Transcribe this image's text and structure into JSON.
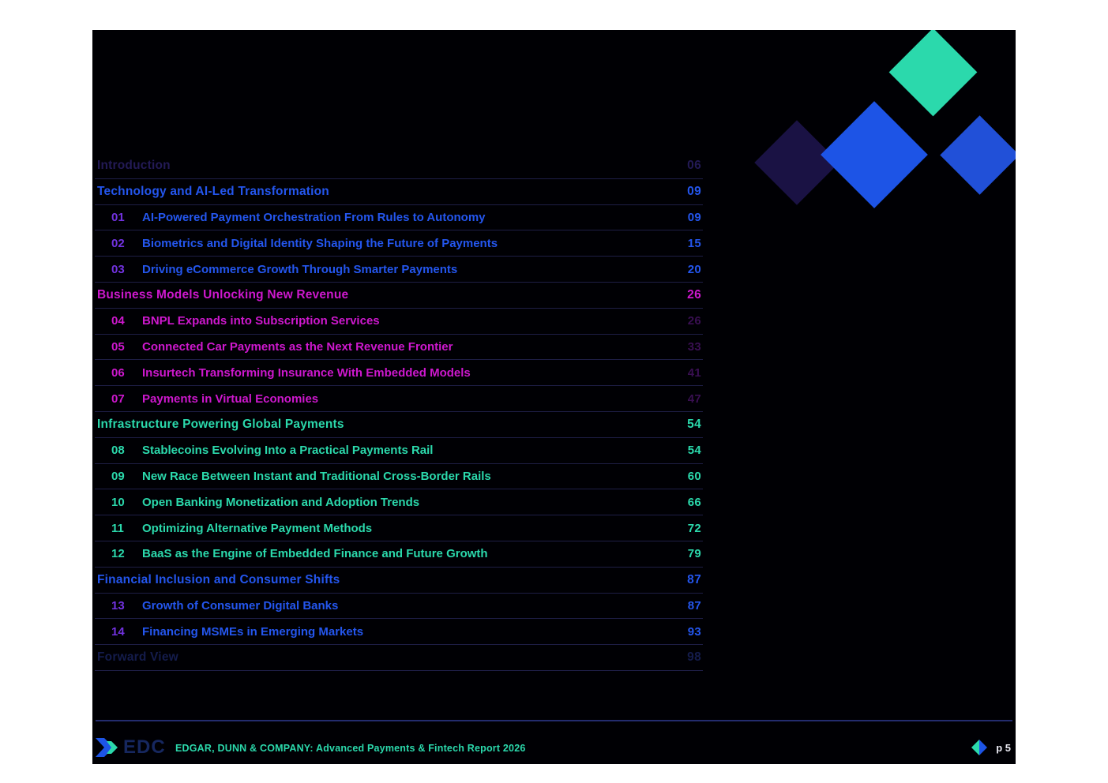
{
  "colors": {
    "blue": "#2456ee",
    "violet": "#7232e0",
    "magenta": "#ce18ce",
    "teal": "#2bd9ac",
    "dim": "#231a56",
    "dim-navy": "#141c4c",
    "dim-magenta": "#390f52",
    "row-line": "#1e1e46",
    "footer-rule": "#232c6e",
    "diamond-navy": "#1a1244",
    "diamond-blue": "#1d54e6",
    "diamond-blue-2": "#2150d8",
    "edc-navy": "#16275f",
    "page-number-white": "#e9e9f2"
  },
  "toc": {
    "rows": [
      {
        "type": "section",
        "label": "Introduction",
        "page": "06",
        "label_color": "dim",
        "page_color": "dim"
      },
      {
        "type": "section",
        "label": "Technology and AI-Led Transformation",
        "page": "09",
        "label_color": "blue",
        "page_color": "blue"
      },
      {
        "type": "item",
        "num": "01",
        "label": "AI-Powered Payment Orchestration From Rules to Autonomy",
        "page": "09",
        "num_color": "violet",
        "label_color": "blue",
        "page_color": "blue"
      },
      {
        "type": "item",
        "num": "02",
        "label": "Biometrics and Digital Identity Shaping the Future of Payments",
        "page": "15",
        "num_color": "violet",
        "label_color": "blue",
        "page_color": "blue"
      },
      {
        "type": "item",
        "num": "03",
        "label": "Driving eCommerce Growth Through Smarter Payments",
        "page": "20",
        "num_color": "violet",
        "label_color": "blue",
        "page_color": "blue"
      },
      {
        "type": "section",
        "label": "Business Models Unlocking New Revenue",
        "page": "26",
        "label_color": "magenta",
        "page_color": "magenta"
      },
      {
        "type": "item",
        "num": "04",
        "label": "BNPL Expands into Subscription Services",
        "page": "26",
        "num_color": "magenta",
        "label_color": "magenta",
        "page_color": "dim-magenta"
      },
      {
        "type": "item",
        "num": "05",
        "label": "Connected Car Payments as the Next Revenue Frontier",
        "page": "33",
        "num_color": "magenta",
        "label_color": "magenta",
        "page_color": "dim-magenta"
      },
      {
        "type": "item",
        "num": "06",
        "label": "Insurtech Transforming Insurance With Embedded Models",
        "page": "41",
        "num_color": "magenta",
        "label_color": "magenta",
        "page_color": "dim-magenta"
      },
      {
        "type": "item",
        "num": "07",
        "label": "Payments in Virtual Economies",
        "page": "47",
        "num_color": "magenta",
        "label_color": "magenta",
        "page_color": "dim-magenta"
      },
      {
        "type": "section",
        "label": "Infrastructure Powering Global Payments",
        "page": "54",
        "label_color": "teal",
        "page_color": "teal"
      },
      {
        "type": "item",
        "num": "08",
        "label": "Stablecoins Evolving Into a Practical Payments Rail",
        "page": "54",
        "num_color": "teal",
        "label_color": "teal",
        "page_color": "teal"
      },
      {
        "type": "item",
        "num": "09",
        "label": "New Race Between Instant and Traditional Cross-Border Rails",
        "page": "60",
        "num_color": "teal",
        "label_color": "teal",
        "page_color": "teal"
      },
      {
        "type": "item",
        "num": "10",
        "label": "Open Banking Monetization and Adoption Trends",
        "page": "66",
        "num_color": "teal",
        "label_color": "teal",
        "page_color": "teal"
      },
      {
        "type": "item",
        "num": "11",
        "label": "Optimizing Alternative Payment Methods",
        "page": "72",
        "num_color": "teal",
        "label_color": "teal",
        "page_color": "teal"
      },
      {
        "type": "item",
        "num": "12",
        "label": "BaaS as the Engine of Embedded Finance and Future Growth",
        "page": "79",
        "num_color": "teal",
        "label_color": "teal",
        "page_color": "teal"
      },
      {
        "type": "section",
        "label": "Financial Inclusion and Consumer Shifts",
        "page": "87",
        "label_color": "blue",
        "page_color": "blue"
      },
      {
        "type": "item",
        "num": "13",
        "label": "Growth of Consumer Digital Banks",
        "page": "87",
        "num_color": "violet",
        "label_color": "blue",
        "page_color": "blue"
      },
      {
        "type": "item",
        "num": "14",
        "label": "Financing MSMEs in Emerging Markets",
        "page": "93",
        "num_color": "violet",
        "label_color": "blue",
        "page_color": "blue"
      },
      {
        "type": "section",
        "label": "Forward View",
        "page": "98",
        "label_color": "dim-navy",
        "page_color": "dim-navy"
      }
    ]
  },
  "footer": {
    "brand": "EDC",
    "report_title": "EDGAR, DUNN & COMPANY: Advanced Payments & Fintech Report 2026",
    "page_label": "p 5"
  }
}
